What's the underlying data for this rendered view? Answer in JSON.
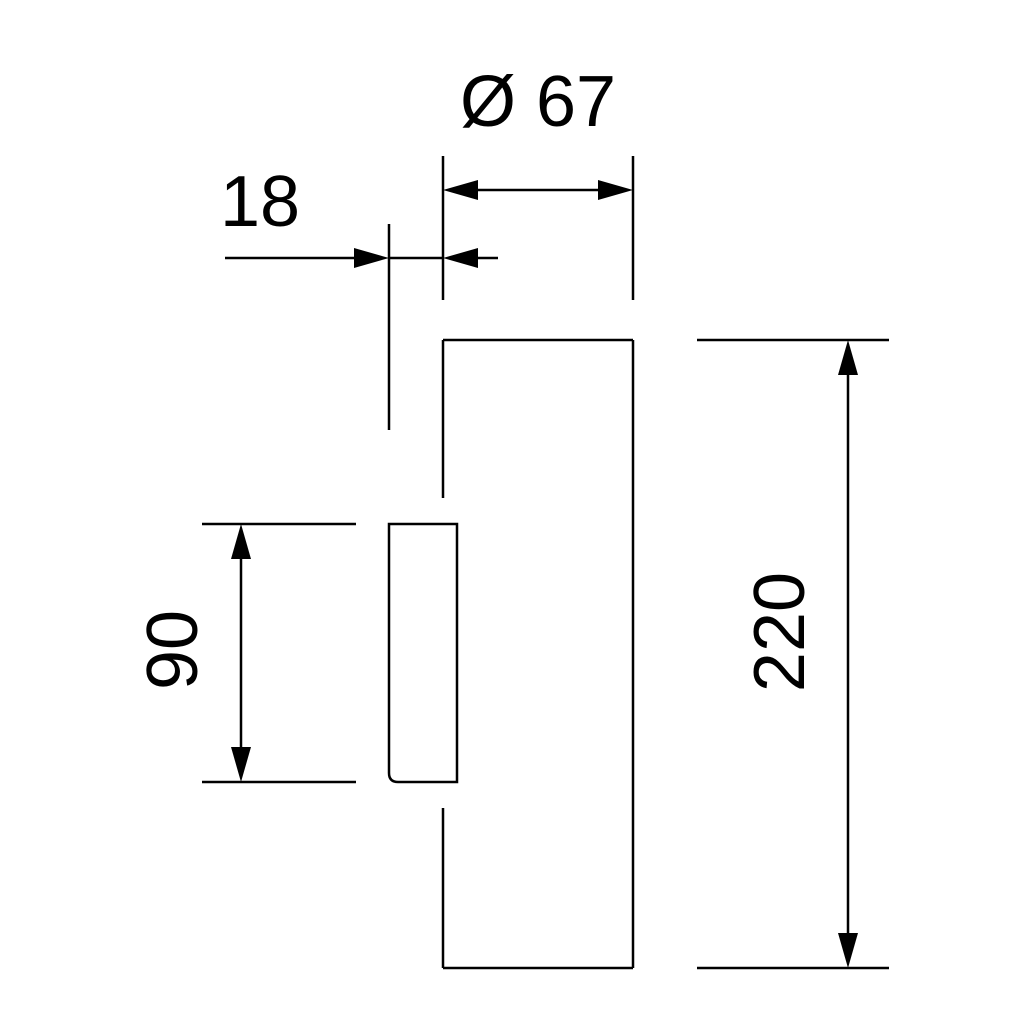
{
  "dimensions": {
    "diameter": "Ø 67",
    "offset": "18",
    "mount_height": "90",
    "total_height": "220"
  },
  "colors": {
    "stroke": "#000000",
    "background": "#ffffff"
  }
}
